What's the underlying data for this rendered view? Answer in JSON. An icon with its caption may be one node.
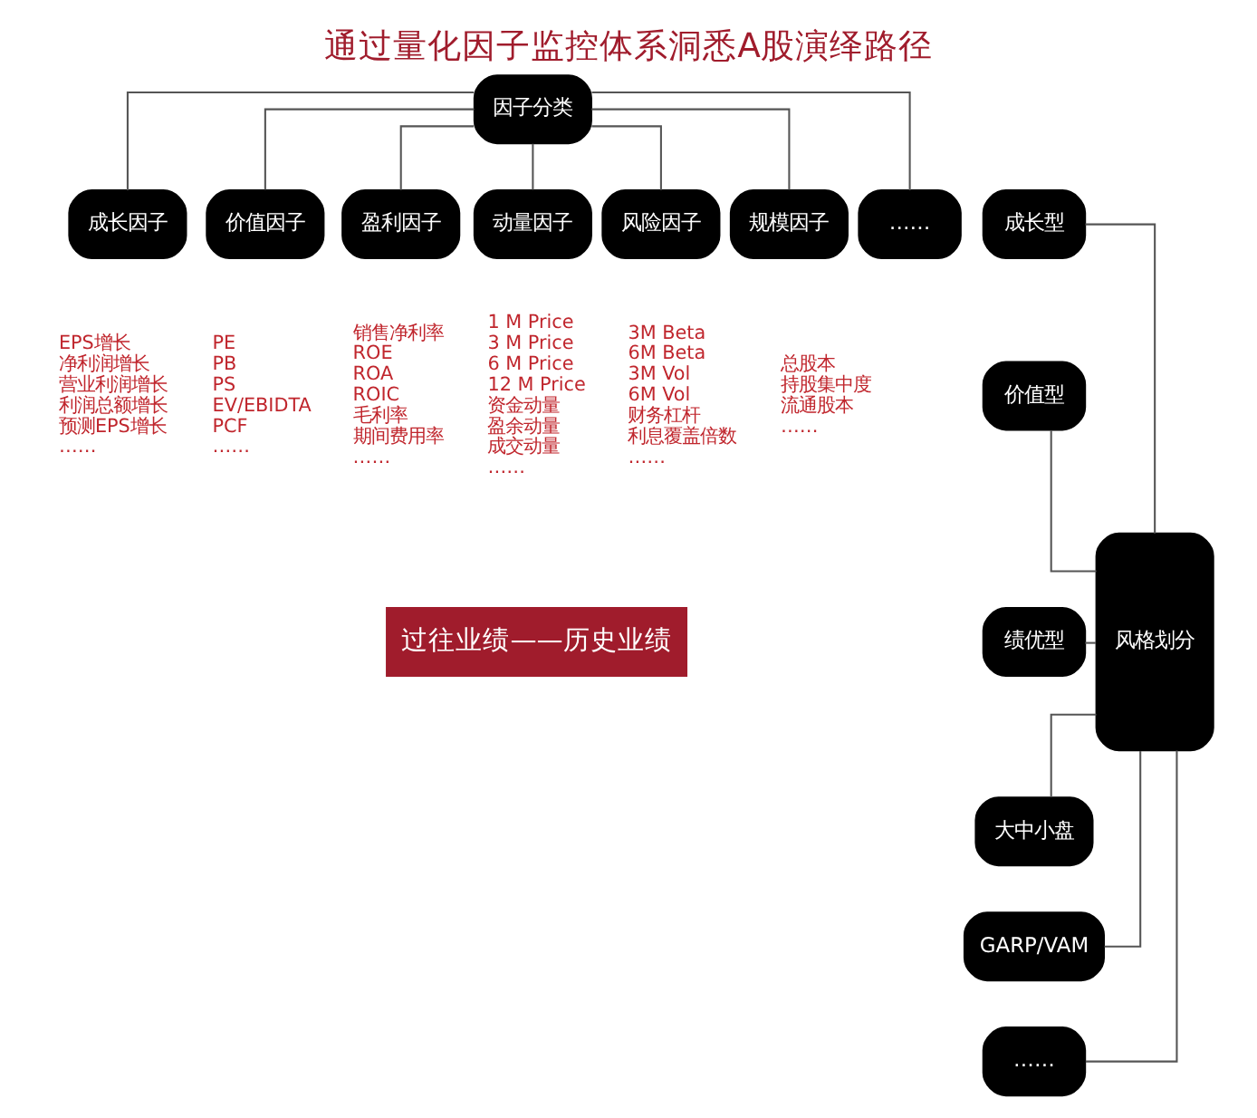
{
  "diagram": {
    "title": "通过量化因子监控体系洞悉A股演绎路径",
    "caption": "过往业绩——历史业绩",
    "nodes": [
      {
        "text": [
          "因子分类"
        ]
      },
      {
        "text": [
          "成长因子"
        ],
        "beside": [
          "EPS增长",
          "净利润增长",
          "营业利润增长",
          "利润总额增长",
          "预测EPS增长",
          "……"
        ]
      },
      {
        "text": [
          "价值因子"
        ],
        "beside": [
          "PE",
          "PB",
          "PS",
          "EV/EBIDTA",
          "PCF",
          "……"
        ]
      },
      {
        "text": [
          "盈利因子"
        ],
        "beside": [
          "销售净利率",
          "ROE",
          "ROA",
          "ROIC",
          "毛利率",
          "期间费用率",
          "……"
        ]
      },
      {
        "text": [
          "动量因子"
        ],
        "beside": [
          "1 M Price",
          "3 M Price",
          "6 M Price",
          "12 M Price",
          "资金动量",
          "盈余动量",
          "成交动量",
          "……"
        ]
      },
      {
        "text": [
          "风险因子"
        ],
        "beside": [
          "3M Beta",
          "6M Beta",
          "3M Vol",
          "6M Vol",
          "财务杠杆",
          "利息覆盖倍数",
          "……"
        ]
      },
      {
        "text": [
          "规模因子"
        ],
        "beside": [
          "总股本",
          "持股集中度",
          "流通股本",
          "……"
        ]
      },
      {
        "text": [
          "……"
        ]
      },
      {
        "text": [
          "成长型"
        ]
      },
      {
        "text": [
          "价值型"
        ]
      },
      {
        "text": [
          "绩优型"
        ]
      },
      {
        "text": [
          "大中小盘"
        ]
      },
      {
        "text": [
          "GARP/VAM"
        ]
      },
      {
        "text": [
          "……"
        ]
      },
      {
        "text": [
          "风格划分"
        ]
      }
    ],
    "edges": [
      {
        "from": 0,
        "to": 1,
        "arrow": "none"
      },
      {
        "from": 0,
        "to": 2,
        "arrow": "none"
      },
      {
        "from": 0,
        "to": 3,
        "arrow": "none"
      },
      {
        "from": 0,
        "to": 4,
        "arrow": "none"
      },
      {
        "from": 0,
        "to": 5,
        "arrow": "none"
      },
      {
        "from": 0,
        "to": 6,
        "arrow": "none"
      },
      {
        "from": 0,
        "to": 7,
        "arrow": "none"
      },
      {
        "from": 14,
        "to": 8,
        "arrow": "none"
      },
      {
        "from": 14,
        "to": 9,
        "arrow": "none"
      },
      {
        "from": 14,
        "to": 10,
        "arrow": "none"
      },
      {
        "from": 14,
        "to": 11,
        "arrow": "none"
      },
      {
        "from": 14,
        "to": 12,
        "arrow": "none"
      },
      {
        "from": 14,
        "to": 13,
        "arrow": "none"
      }
    ]
  }
}
